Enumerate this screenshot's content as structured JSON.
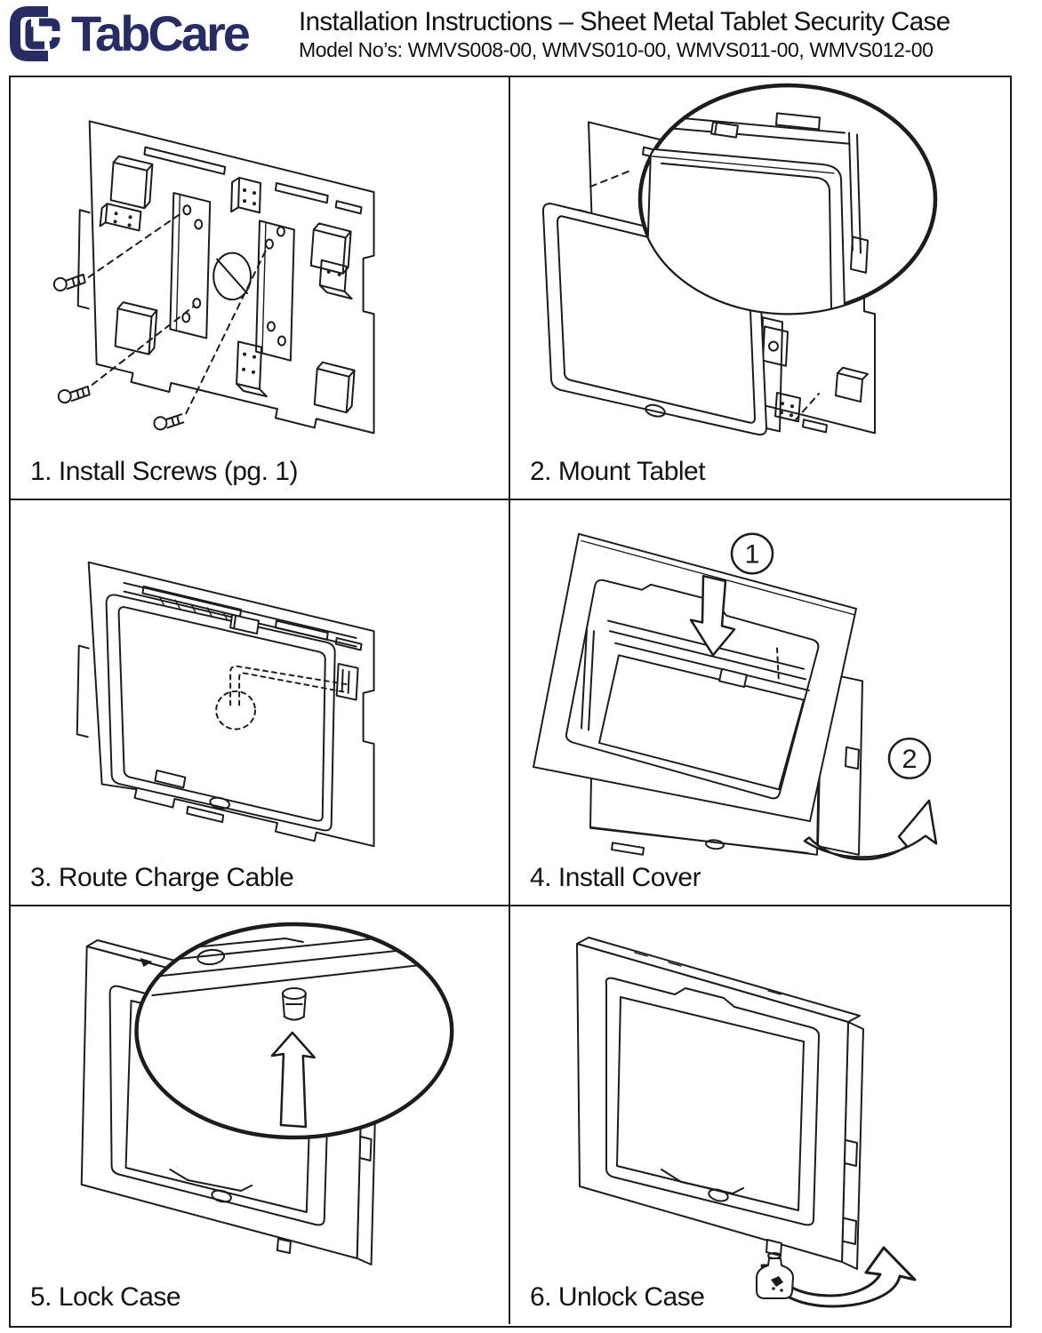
{
  "header": {
    "brand": "TabCare",
    "brand_color": "#272d63",
    "title": "Installation Instructions – Sheet Metal Tablet Security Case",
    "models": "Model No’s: WMVS008-00, WMVS010-00, WMVS011-00, WMVS012-00"
  },
  "steps": [
    {
      "caption": "1. Install Screws (pg. 1)",
      "illustration": "exploded-back-plate-with-screws-and-pads"
    },
    {
      "caption": "2. Mount Tablet",
      "illustration": "tablet-sliding-into-plate-with-magnified-top-clamp"
    },
    {
      "caption": "3. Route Charge Cable",
      "illustration": "mounted-tablet-with-dashed-cable-routing"
    },
    {
      "caption": "4. Install Cover",
      "illustration": "cover-tilted-onto-case",
      "callouts": [
        "1",
        "2"
      ]
    },
    {
      "caption": "5. Lock Case",
      "illustration": "case-with-magnified-lock-pin-and-up-arrow"
    },
    {
      "caption": "6. Unlock Case",
      "illustration": "key-turning-in-bottom-lock-with-rotation-arrow"
    }
  ],
  "colors": {
    "line": "#1c1c1c",
    "background": "#ffffff",
    "grid_border": "#1a1a1a"
  }
}
